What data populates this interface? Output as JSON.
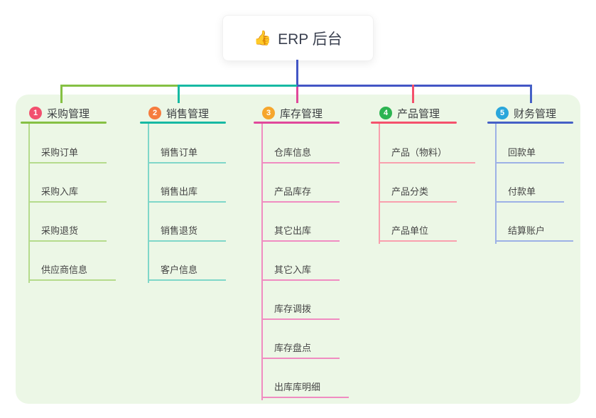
{
  "root": {
    "icon": "thumbs-up",
    "icon_glyph": "👍",
    "title": "ERP 后台"
  },
  "panel": {
    "bg": "#ecf7e6"
  },
  "connectors": {
    "stem_color": "#4356c5",
    "bus_segment_colors": [
      "#85c043",
      "#17b9a3",
      "#4356c5"
    ]
  },
  "branches": [
    {
      "badge": "1",
      "label": "采购管理",
      "badge_color": "#f2506e",
      "line_color": "#85c043",
      "child_line_color": "#b5db8c",
      "children": [
        "采购订单",
        "采购入库",
        "采购退货",
        "供应商信息"
      ]
    },
    {
      "badge": "2",
      "label": "销售管理",
      "badge_color": "#f67c3e",
      "line_color": "#17b9a3",
      "child_line_color": "#7fd7c9",
      "children": [
        "销售订单",
        "销售出库",
        "销售退货",
        "客户信息"
      ]
    },
    {
      "badge": "3",
      "label": "库存管理",
      "badge_color": "#f6a62c",
      "line_color": "#e0489b",
      "child_line_color": "#f08cc1",
      "children": [
        "仓库信息",
        "产品库存",
        "其它出库",
        "其它入库",
        "库存调拨",
        "库存盘点",
        "出库库明细"
      ]
    },
    {
      "badge": "4",
      "label": "产品管理",
      "badge_color": "#2cb451",
      "line_color": "#f4516c",
      "child_line_color": "#f9a0ae",
      "children": [
        "产品（物料）",
        "产品分类",
        "产品单位"
      ]
    },
    {
      "badge": "5",
      "label": "财务管理",
      "badge_color": "#2aa6db",
      "line_color": "#4560c6",
      "child_line_color": "#9db1e6",
      "children": [
        "回款单",
        "付款单",
        "结算账户"
      ]
    }
  ]
}
